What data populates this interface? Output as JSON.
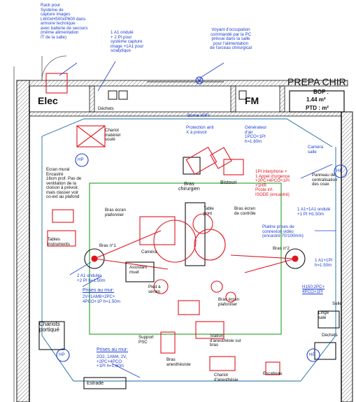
{
  "rooms": {
    "elec": "Elec",
    "fm": "FM",
    "prepa": "PREPA CHIR",
    "bop": "BOP :",
    "bop_area": "1.44 m²",
    "ptd": "PTD : m²"
  },
  "labels": {
    "rack": "Rack pour\nSystème de\ncapture images\nL600xH500xP600 dans\narmoire technique\navec batterie de secours\n(même alimentation\nIT de la salle)",
    "a1_ondule": "1 A1 ondulé\n+ 2 PI pour\nsystème capture\nimage +1A1 pour\nscialytique",
    "voyant": "Voyant d'occupation\ncommandé par la PC\nprévue dans la salle\npour l'alimentation\nde l'arceau chirurgical",
    "dechets_top": "Déchets",
    "chariot_materiel": "Chariot\nmatériel\nsoulé",
    "borne_wifi": "Borne WIFI",
    "protection": "Protection anti\nX à prévoir",
    "generateur": "Générateur\nd'air\n1PCO+1PI\nh=1.60m",
    "camera_salle": "Caméra\nsalle",
    "ecran_mural": "Ecran mural\nEncastré\n16cm prof. Pas de\nventilation de la\ncloison à prévoir,\nmais classer voir\nco-ext au plafond",
    "interphone": "1PI interphone +\n1 Appel d'urgence\n+2PC+4PCO+1PI\n+1HR\nPoste inf.\nISODE (encastré)",
    "panneau": "Panneau de\ncentralisation\ndes coax",
    "a1_ondule_right": "1 A1+1A1 ondulé\n+1 PI H1.50m",
    "bras_chirurgien": "Bras\nchirurgien",
    "bistouri": "Bistouri",
    "table_instruments": "Tables\ninstruments",
    "bras_ecran_plafonnier": "Bras écran\nplafonnier",
    "table_pont": "Table\npont",
    "bras_ecran_controle": "Bras écran\nde contrôle",
    "platine": "Platine prises de\nconnexion vidéo\n(encastré 70/100mm)",
    "bras_n1": "Bras n°1",
    "bras_n2": "Bras n°2",
    "camera": "Caméra",
    "assistant": "Assistant\nmuet",
    "right_a1": "1 A1+1PI\nh=1.50m",
    "h150": "H150:2PC+\n4PCO+1PI",
    "left_a1": "2 A1 ondulés\n+2 PI h=1.50m",
    "prises_mur_left": "Prises au mur:",
    "prises_mur_left_v": "2V+1AM8+2PC+\n4PCO+1P h=1.50m",
    "pied_serum": "Pied à\nsérum",
    "bras_ecran_plafonnier2": "Bras écran\nplafonnier",
    "sella": "Selle",
    "linge": "Linge\nsale",
    "chariots_porteur": "Chariots\nportiqué",
    "support_psc": "Support\nPSC",
    "station_anesthesie": "Station\nd'anesthésie sur\nbras",
    "dechets_right": "Déchets",
    "prises_mur_bottom": "Prises au mur:",
    "prises_mur_bottom_v": "2O2, 1AM4, 2V,\n+2PC+4PCO\n+1PI h=1.60m",
    "bras_anesthesiste": "Bras\nanesthésiste",
    "chariot_anesthesie": "Chariot\nd'anesthésie",
    "escabeau": "Escabeau",
    "estrade": "Estrade",
    "hp": "HP"
  },
  "colors": {
    "walls": "#111111",
    "hatch": "#9a9a9a",
    "red": "#e0141e",
    "blue": "#1f3fd0",
    "green": "#37a637",
    "teal": "#1a6aa0"
  }
}
